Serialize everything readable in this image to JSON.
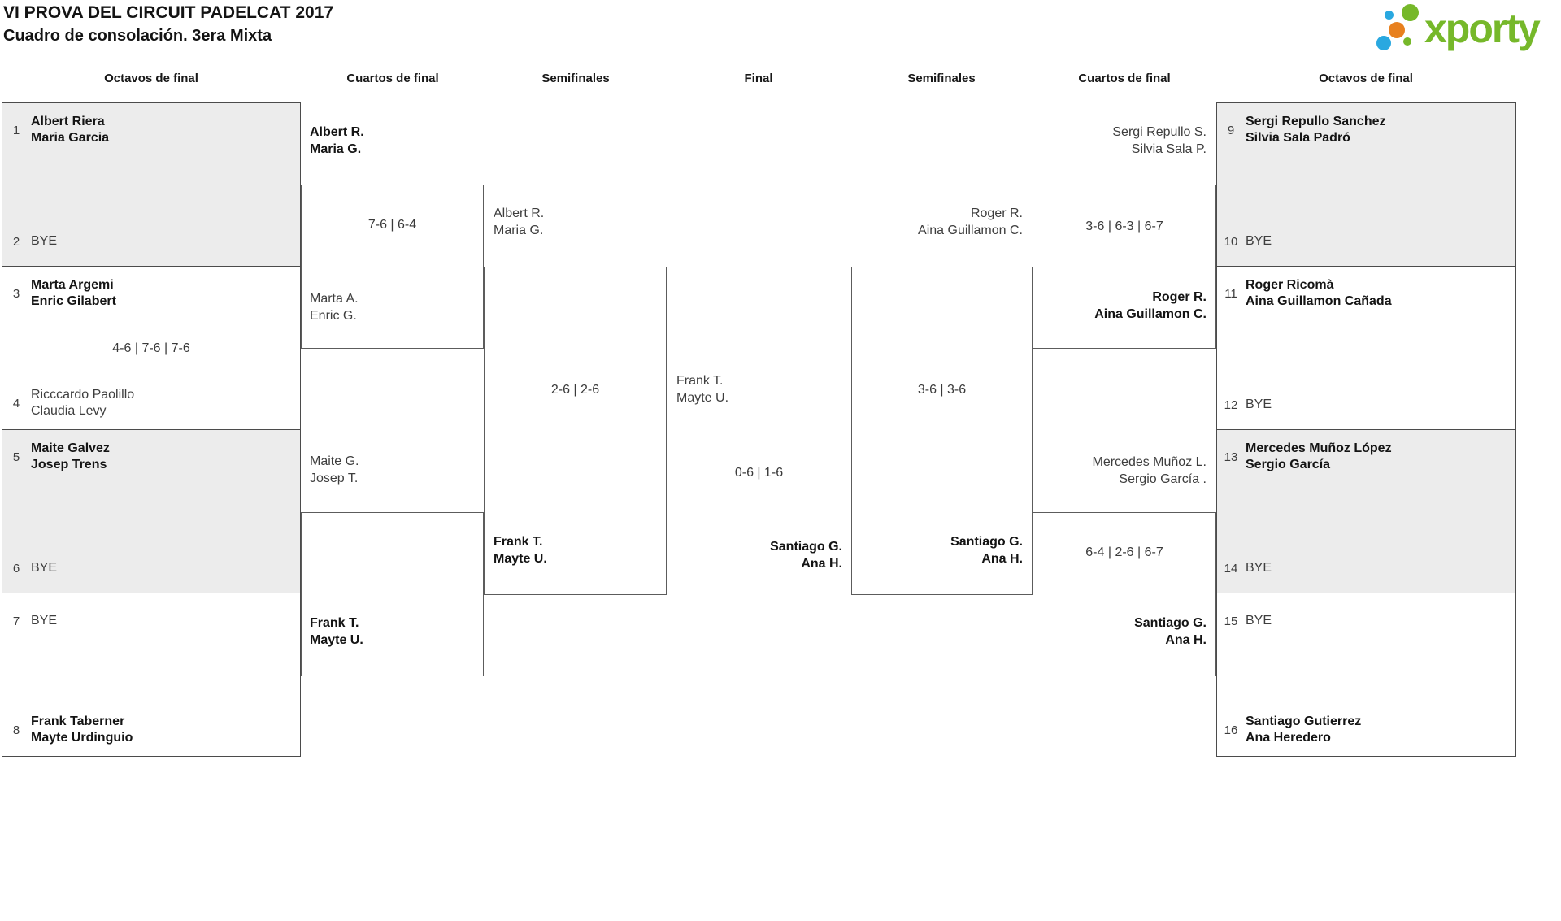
{
  "header": {
    "title": "VI PROVA DEL CIRCUIT PADELCAT 2017",
    "subtitle": "Cuadro de consolación. 3era Mixta"
  },
  "logo": {
    "text": "xporty",
    "green": "#76b82a",
    "blue": "#29a8e0",
    "orange": "#e8801e"
  },
  "columns": [
    "Octavos de final",
    "Cuartos de final",
    "Semifinales",
    "Final",
    "Semifinales",
    "Cuartos de final",
    "Octavos de final"
  ],
  "seeds": [
    {
      "n": "1",
      "line1": "Albert Riera",
      "line2": "Maria Garcia",
      "advanced": true
    },
    {
      "n": "2",
      "line1": "BYE",
      "advanced": false
    },
    {
      "n": "3",
      "line1": "Marta Argemi",
      "line2": "Enric Gilabert",
      "advanced": true
    },
    {
      "n": "4",
      "line1": "Ricccardo Paolillo",
      "line2": "Claudia Levy",
      "advanced": false
    },
    {
      "n": "5",
      "line1": "Maite Galvez",
      "line2": "Josep Trens",
      "advanced": true
    },
    {
      "n": "6",
      "line1": "BYE",
      "advanced": false
    },
    {
      "n": "7",
      "line1": "BYE",
      "advanced": false
    },
    {
      "n": "8",
      "line1": "Frank Taberner",
      "line2": "Mayte Urdinguio",
      "advanced": true
    },
    {
      "n": "9",
      "line1": "Sergi Repullo Sanchez",
      "line2": "Silvia Sala Padró",
      "advanced": true
    },
    {
      "n": "10",
      "line1": "BYE",
      "advanced": false
    },
    {
      "n": "11",
      "line1": "Roger Ricomà",
      "line2": "Aina Guillamon Cañada",
      "advanced": true
    },
    {
      "n": "12",
      "line1": "BYE",
      "advanced": false
    },
    {
      "n": "13",
      "line1": "Mercedes Muñoz López",
      "line2": "Sergio García",
      "advanced": true
    },
    {
      "n": "14",
      "line1": "BYE",
      "advanced": false
    },
    {
      "n": "15",
      "line1": "BYE",
      "advanced": false
    },
    {
      "n": "16",
      "line1": "Santiago Gutierrez",
      "line2": "Ana Heredero",
      "advanced": true
    }
  ],
  "r16_scores": {
    "match_3_4": "4-6 | 7-6 | 7-6"
  },
  "quarterfinals": {
    "left_top": {
      "team1": {
        "line1": "Albert R.",
        "line2": "Maria G."
      },
      "score": "7-6 | 6-4",
      "team2": {
        "line1": "Marta A.",
        "line2": "Enric G."
      },
      "winner": "team1"
    },
    "left_bottom": {
      "team1": {
        "line1": "Maite G.",
        "line2": "Josep T."
      },
      "score": "",
      "team2": {
        "line1": "Frank T.",
        "line2": "Mayte U."
      },
      "winner": "team2"
    },
    "right_top": {
      "team1": {
        "line1": "Sergi Repullo S.",
        "line2": "Silvia Sala P."
      },
      "score": "3-6 | 6-3 | 6-7",
      "team2": {
        "line1": "Roger R.",
        "line2": "Aina Guillamon C."
      },
      "winner": "team2"
    },
    "right_bottom": {
      "team1": {
        "line1": "Mercedes Muñoz L.",
        "line2": "Sergio García ."
      },
      "score": "6-4 | 2-6 | 6-7",
      "team2": {
        "line1": "Santiago G.",
        "line2": "Ana H."
      },
      "winner": "team2"
    }
  },
  "semifinals": {
    "left": {
      "team1": {
        "line1": "Albert R.",
        "line2": "Maria G."
      },
      "score": "2-6 | 2-6",
      "team2": {
        "line1": "Frank T.",
        "line2": "Mayte U."
      },
      "winner": "team2"
    },
    "right": {
      "team1": {
        "line1": "Roger R.",
        "line2": "Aina Guillamon C."
      },
      "score": "3-6 | 3-6",
      "team2": {
        "line1": "Santiago G.",
        "line2": "Ana H."
      },
      "winner": "team2"
    }
  },
  "final": {
    "team1": {
      "line1": "Frank T.",
      "line2": "Mayte U."
    },
    "score": "0-6 | 1-6",
    "team2": {
      "line1": "Santiago G.",
      "line2": "Ana H."
    },
    "winner": "team2"
  }
}
